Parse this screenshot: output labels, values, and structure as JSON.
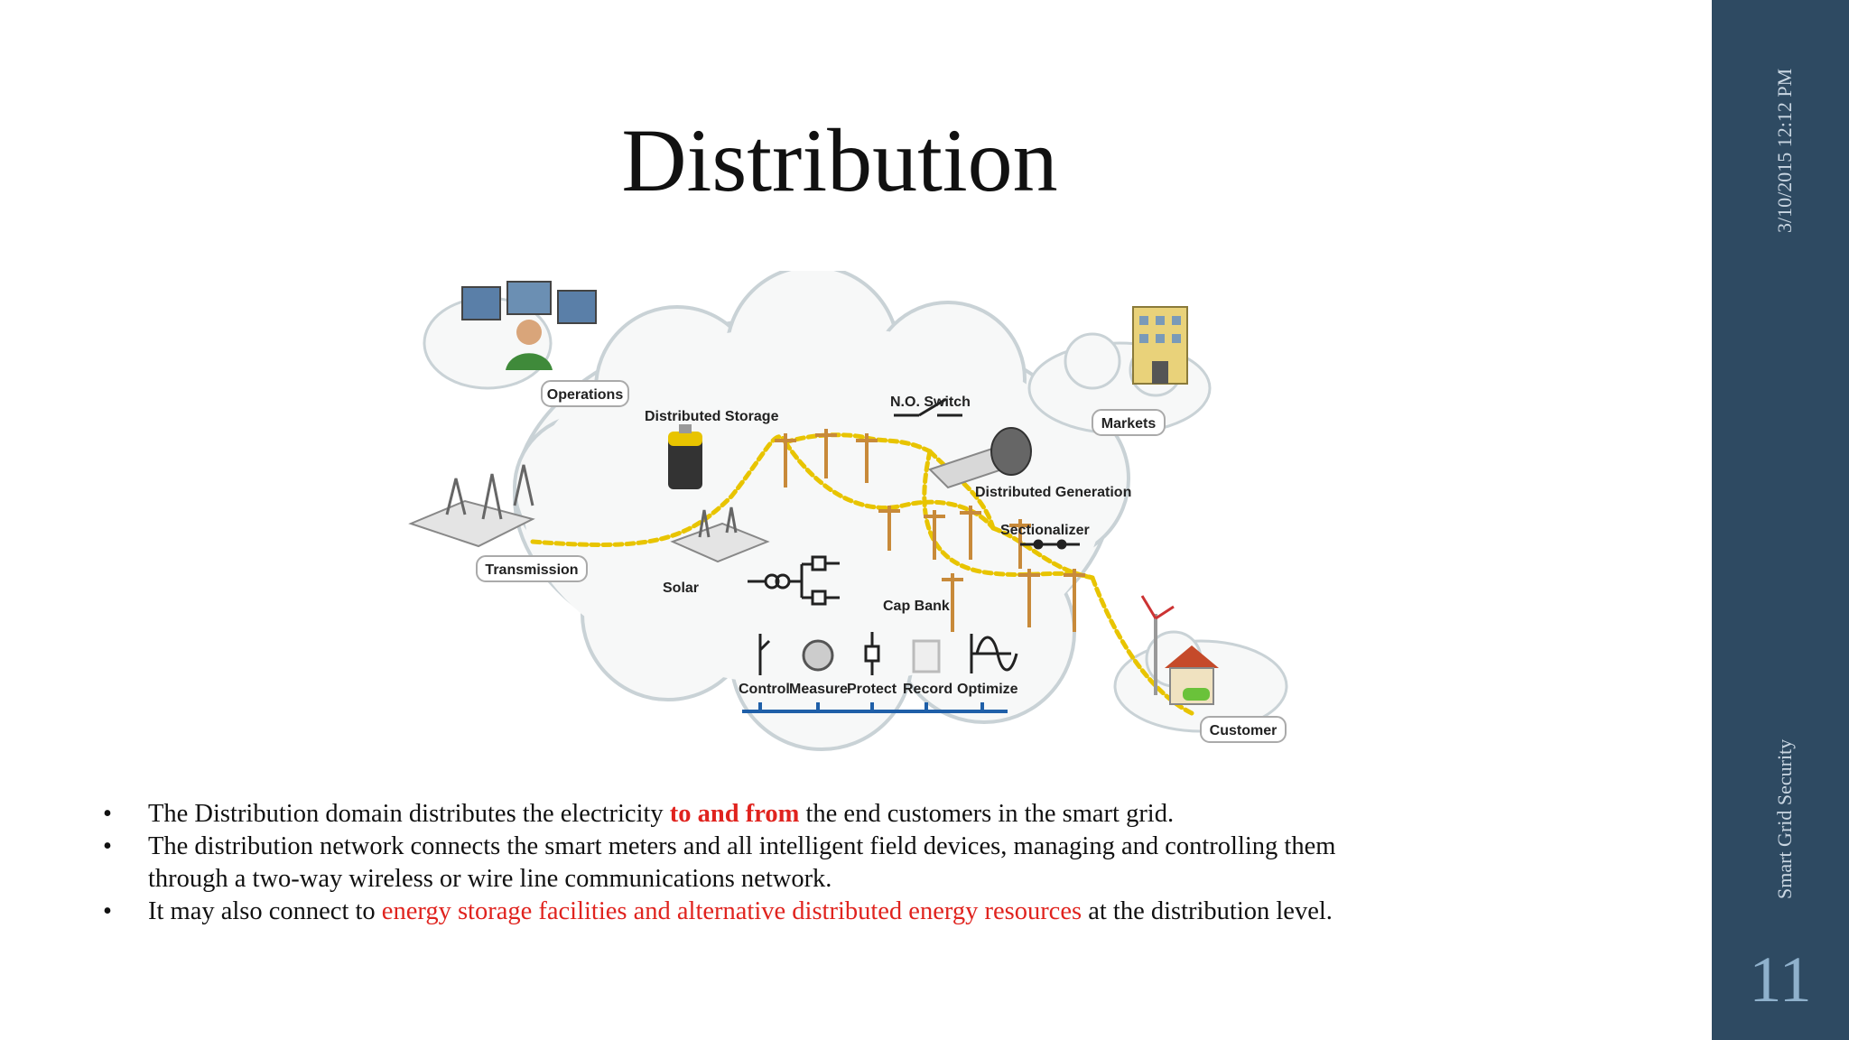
{
  "slide": {
    "title": "Distribution",
    "date": "3/10/2015 12:12 PM",
    "footer": "Smart Grid Security",
    "page_number": "11"
  },
  "diagram": {
    "labels": {
      "operations": "Operations",
      "distributed_storage": "Distributed Storage",
      "no_switch": "N.O. Switch",
      "markets": "Markets",
      "distributed_generation": "Distributed Generation",
      "sectionalizer": "Sectionalizer",
      "transmission": "Transmission",
      "solar": "Solar",
      "cap_bank": "Cap Bank",
      "control": "Control",
      "measure": "Measure",
      "protect": "Protect",
      "record": "Record",
      "optimize": "Optimize",
      "customer": "Customer"
    }
  },
  "bullets": [
    {
      "pre": "The Distribution domain distributes the electricity ",
      "highlight": "to and from",
      "post": " the end customers in the smart grid."
    },
    {
      "line1": "The distribution network connects the smart meters and all intelligent field devices, managing and controlling them",
      "line2": "through a two-way wireless or wire line communications network."
    },
    {
      "pre": "It may also connect to ",
      "highlight": "energy storage facilities and alternative distributed energy resources",
      "post": " at the distribution level."
    }
  ],
  "colors": {
    "sidebar": "#2e4a62",
    "highlight": "#e0231e",
    "power_line": "#e8c400"
  }
}
